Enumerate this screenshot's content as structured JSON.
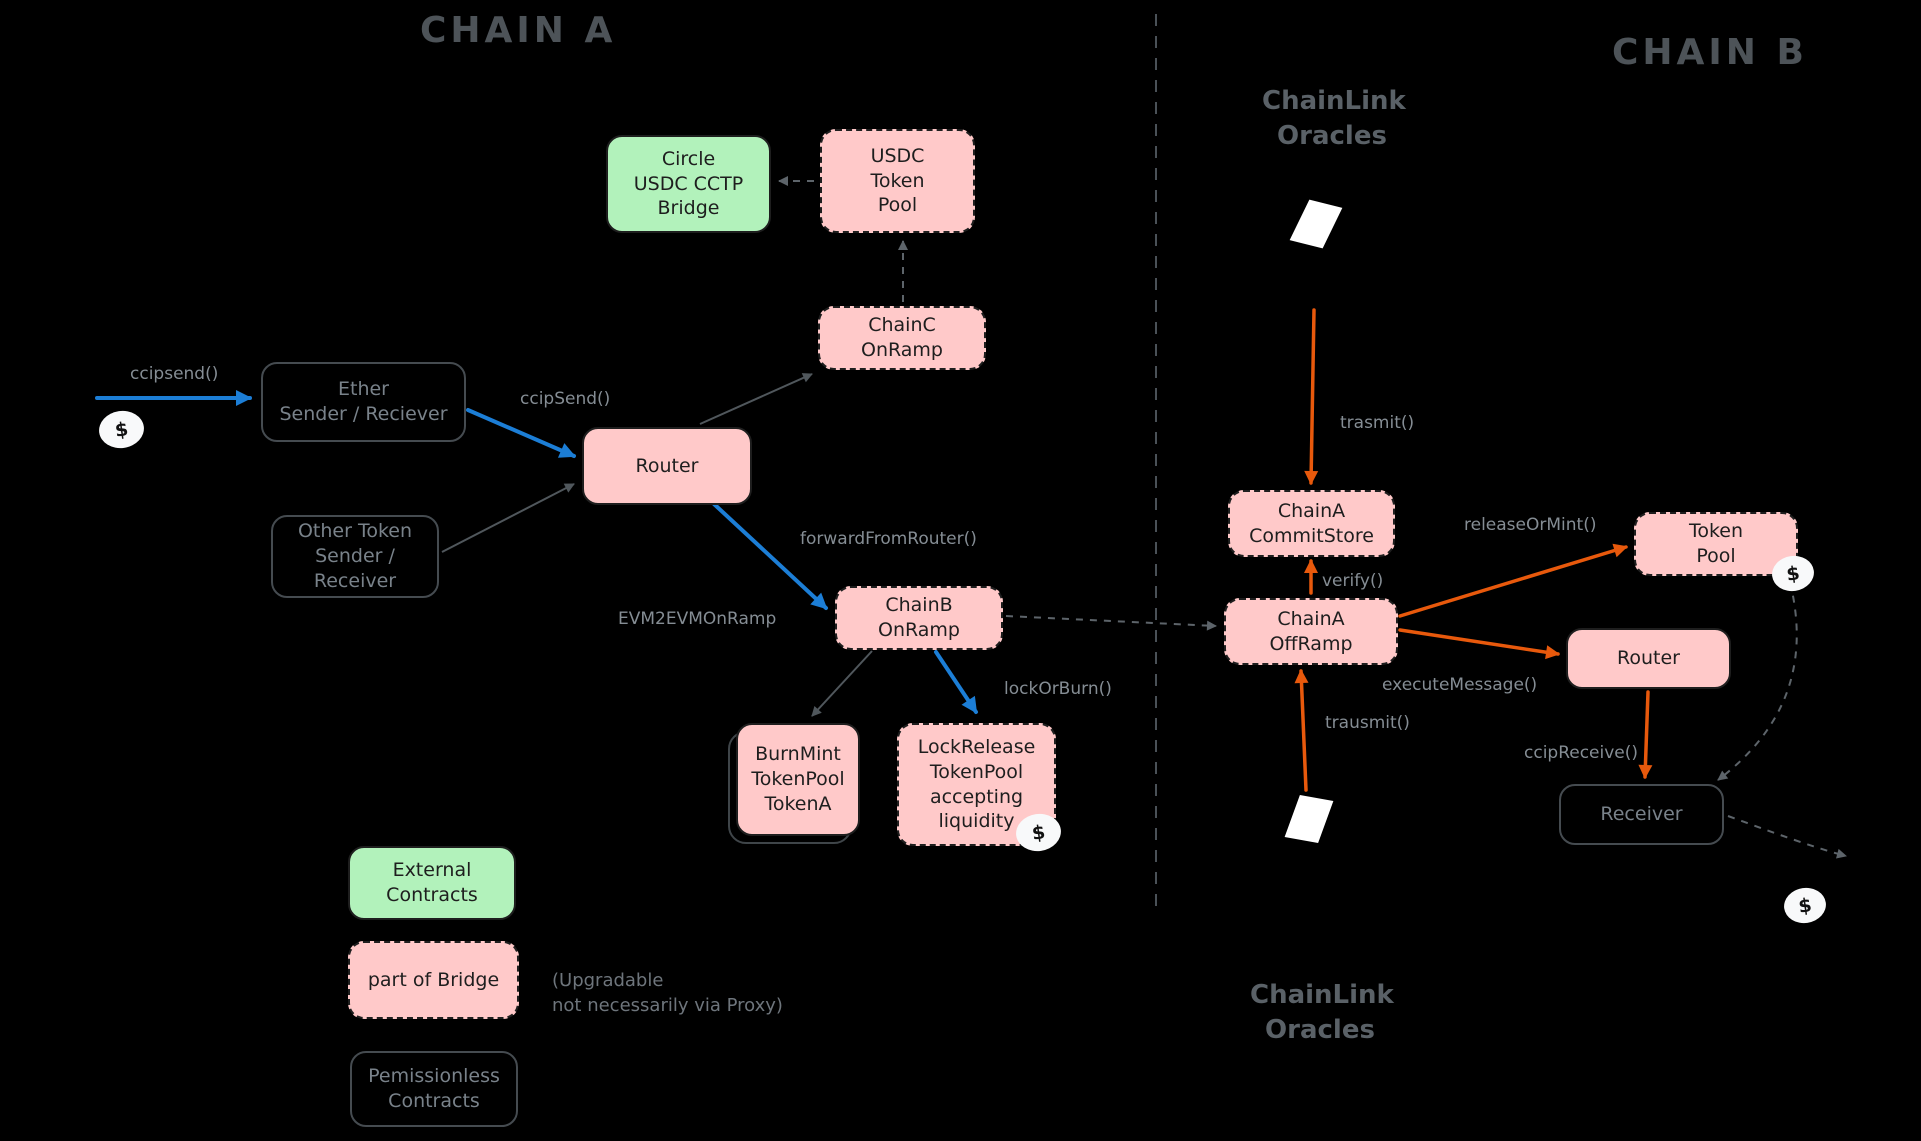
{
  "titles": {
    "chain_a": "CHAIN A",
    "chain_b": "CHAIN B"
  },
  "oracles": {
    "top": "ChainLink\nOracles",
    "bottom": "ChainLink\nOracles"
  },
  "nodes": {
    "circle_usdc_bridge": "Circle\nUSDC CCTP\nBridge",
    "usdc_token_pool": "USDC\nToken\nPool",
    "chainc_onramp": "ChainC\nOnRamp",
    "ether_sender_receiver": "Ether\nSender / Reciever",
    "router_a": "Router",
    "other_token_sender": "Other Token\nSender /\nReceiver",
    "chainb_onramp": "ChainB\nOnRamp",
    "burnmint_tokenpool": "BurnMint\nTokenPool\nTokenA",
    "lockrelease_tokenpool": "LockRelease\nTokenPool\naccepting\nliquidity",
    "chaina_commitstore": "ChainA\nCommitStore",
    "chaina_offramp": "ChainA\nOffRamp",
    "token_pool_b": "Token\nPool",
    "router_b": "Router",
    "receiver_b": "Receiver"
  },
  "legend": {
    "external_contracts": "External\nContracts",
    "part_of_bridge": "part of Bridge",
    "permissionless_contracts": "Pemissionless\nContracts",
    "upgradable_note": "(Upgradable\nnot necessarily via Proxy)"
  },
  "edge_labels": {
    "ccipsend_user": "ccipsend()",
    "ccipsend_router": "ccipSend()",
    "forward_from_router": "forwardFromRouter()",
    "evm2evm_onramp": "EVM2EVMOnRamp",
    "lock_or_burn": "lockOrBurn()",
    "transmit_top": "trasmit()",
    "verify": "verify()",
    "release_or_mint": "releaseOrMint()",
    "execute_message": "executeMessage()",
    "transmit_bottom": "trausmit()",
    "ccip_receive": "ccipReceive()"
  },
  "symbols": {
    "coin": "$"
  },
  "colors": {
    "background": "#000000",
    "box_pink": "#ffc9c9",
    "box_green": "#b2f2bb",
    "arrow_blue": "#1c7ed6",
    "arrow_orange": "#e8590c",
    "label_gray": "#858d94"
  }
}
